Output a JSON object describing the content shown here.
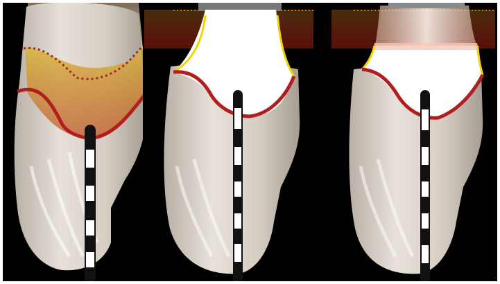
{
  "figure": {
    "panels": [
      {
        "name": "tooth-panel-1",
        "stage": "preparation-marked"
      },
      {
        "name": "tooth-panel-2",
        "stage": "bleached-outline"
      },
      {
        "name": "tooth-panel-3",
        "stage": "translucent-restoration"
      }
    ],
    "icons": {
      "probe": "periodontal-probe-icon",
      "tooth": "tooth-icon",
      "margin": "gingival-margin-outline"
    },
    "colors": {
      "background": "#000000",
      "border": "#ffffff",
      "gingival_margin": "#b01e1e",
      "incisal_outline": "#f3d400",
      "dotted_line": "#c47a2a",
      "tooth_enamel": "#dcd5cc",
      "stained_region": "#d8a533",
      "translucent_band": "#f6b6a4",
      "probe_black": "#111111",
      "probe_white": "#ffffff"
    }
  }
}
